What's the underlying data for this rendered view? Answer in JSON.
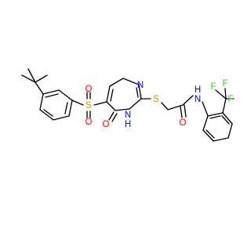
{
  "molecule": {
    "atom_labels": {
      "sulfonyl_s": "S",
      "sulfonyl_o_top": "O",
      "sulfonyl_o_bottom": "O",
      "carbonyl_o_ring": "O",
      "ring_nh": "H",
      "ring_nh_n": "N",
      "ring_n": "N",
      "thioether_s": "S",
      "amide_o": "O",
      "amide_n": "N",
      "amide_h": "H",
      "cf3_f_top_left": "F",
      "cf3_f_top_right": "F",
      "cf3_f_right": "F"
    },
    "colors": {
      "carbon_bond": "#000000",
      "sulfur": "#b8a000",
      "oxygen": "#ff0000",
      "nitrogen": "#0000ff",
      "fluorine": "#33cc33"
    }
  }
}
